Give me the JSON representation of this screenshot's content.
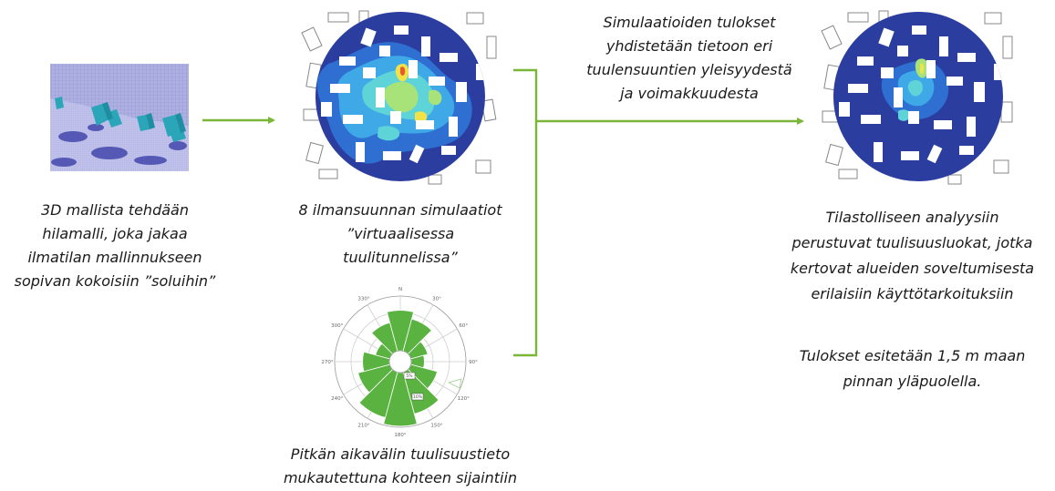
{
  "step1": {
    "caption": [
      "3D mallista tehdään",
      "hilamalli, joka jakaa",
      "ilmatilan mallinnukseen",
      "sopivan kokoisiin ”soluihin”"
    ]
  },
  "step2": {
    "caption": [
      "8 ilmansuunnan simulaatiot",
      "”virtuaalisessa",
      "tuulitunnelissa”"
    ]
  },
  "step3": {
    "caption": [
      "Pitkän aikavälin tuulisuustieto",
      "mukautettuna kohteen sijaintiin"
    ],
    "wind_rose": {
      "direction_labels": [
        "N",
        "30°",
        "60°",
        "90°",
        "120°",
        "150°",
        "180°",
        "210°",
        "240°",
        "270°",
        "300°",
        "330°"
      ],
      "ring_labels": [
        "5%",
        "10%"
      ],
      "sector_share_percent": [
        7.4,
        6.1,
        3.2,
        2.4,
        5.0,
        7.9,
        9.8,
        8.6,
        6.0,
        4.9,
        2.7,
        5.4
      ]
    }
  },
  "step4": {
    "caption_top": [
      "Simulaatioiden tulokset",
      "yhdistetään tietoon eri",
      "tuulensuuntien yleisyydestä",
      "ja voimakkuudesta"
    ]
  },
  "step5": {
    "caption_main": [
      "Tilastolliseen analyysiin",
      "perustuvat tuulisuusluokat, jotka",
      "kertovat alueiden soveltumisesta",
      "erilaisiin käyttötarkoituksiin"
    ],
    "caption_note": [
      "Tulokset esitetään 1,5 m maan",
      "pinnan yläpuolella."
    ]
  },
  "colors": {
    "arrow": "#7ab638",
    "field_blue": "#2b3ea0",
    "wind_rose_fill": "#5ab340"
  }
}
